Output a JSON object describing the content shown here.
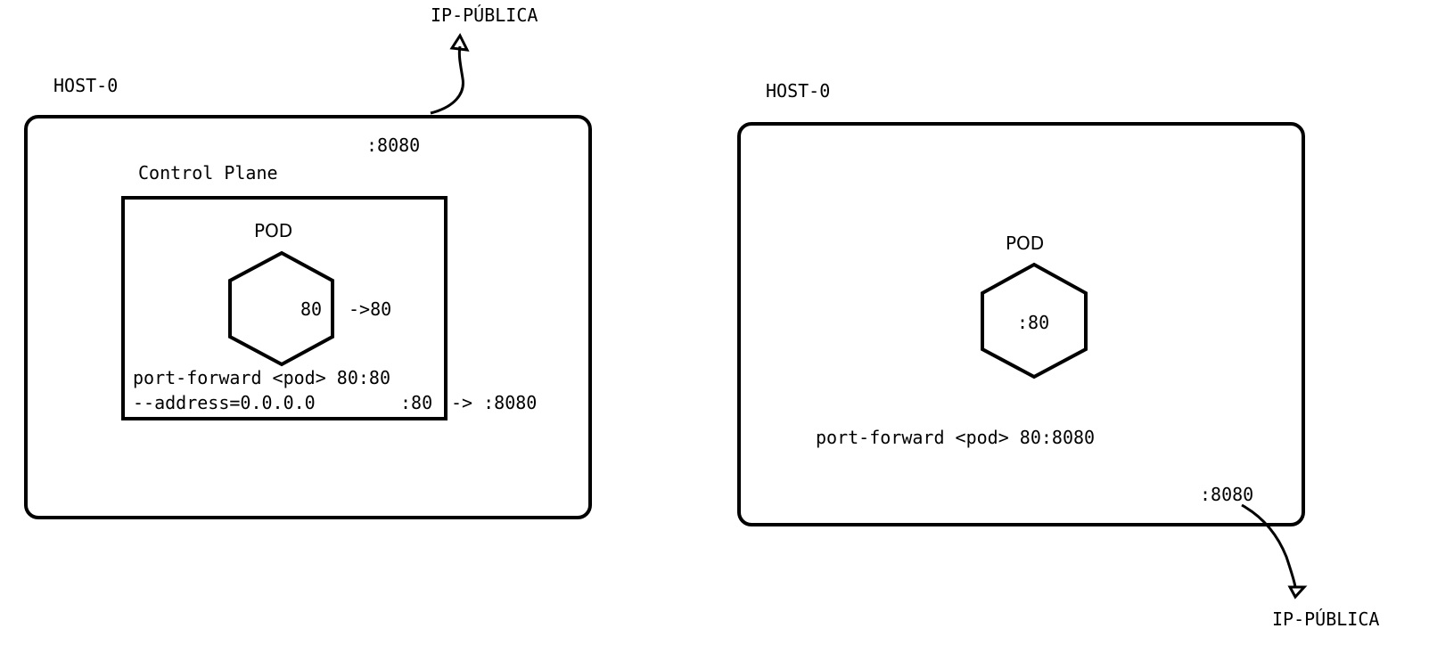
{
  "colors": {
    "stroke": "#000000",
    "background": "#ffffff"
  },
  "left": {
    "host_label": "HOST-0",
    "public_ip_label": "IP-PÚBLICA",
    "host_port": ":8080",
    "control_plane_label": "Control Plane",
    "pod_label": "POD",
    "pod_port": "80",
    "pod_forward": "->80",
    "command_line1": "port-forward <pod> 80:80",
    "command_line2": "--address=0.0.0.0",
    "cp_port": ":80",
    "cp_forward": "-> :8080"
  },
  "right": {
    "host_label": "HOST-0",
    "pod_label": "POD",
    "pod_port": ":80",
    "command": "port-forward <pod> 80:8080",
    "host_port": ":8080",
    "public_ip_label": "IP-PÚBLICA"
  }
}
